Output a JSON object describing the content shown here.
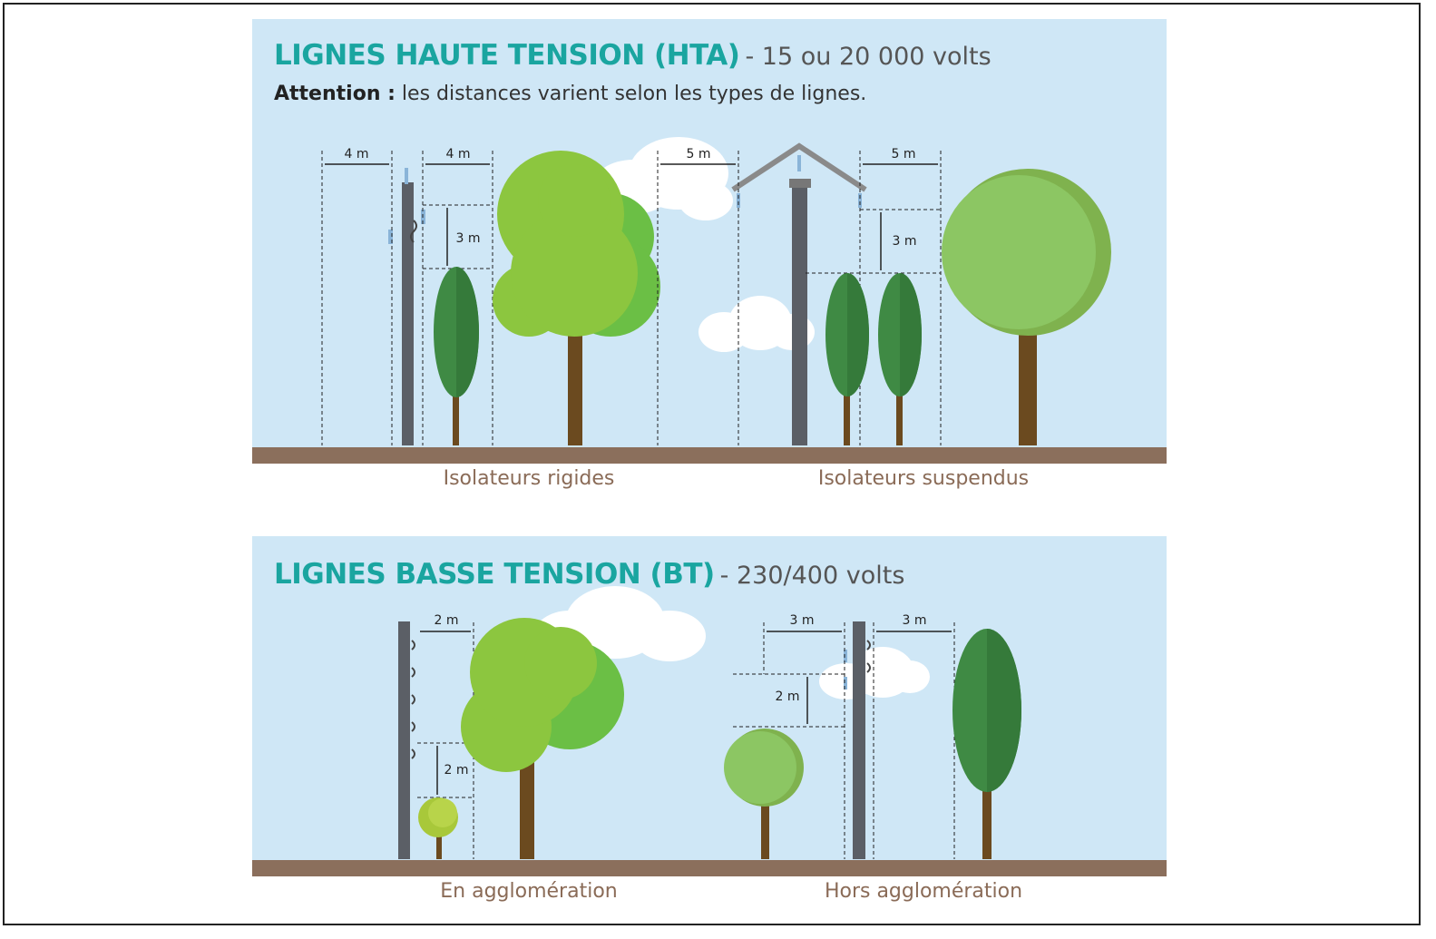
{
  "hta": {
    "title": "LIGNES HAUTE TENSION (HTA)",
    "subtitle": "- 15 ou 20 000 volts",
    "attention_label": "Attention :",
    "attention_text": " les distances varient selon les types de lignes.",
    "captions": {
      "left": "Isolateurs rigides",
      "right": "Isolateurs suspendus"
    },
    "dims": {
      "left_h1": "4 m",
      "left_h2": "4 m",
      "left_v": "3 m",
      "right_h1": "5 m",
      "right_h2": "5 m",
      "right_v": "3 m"
    }
  },
  "bt": {
    "title": "LIGNES BASSE TENSION (BT)",
    "subtitle": "- 230/400 volts",
    "captions": {
      "left": "En agglomération",
      "right": "Hors agglomération"
    },
    "dims": {
      "left_h": "2 m",
      "left_v": "2 m",
      "right_h1": "3 m",
      "right_h2": "3 m",
      "right_v": "2 m"
    }
  },
  "colors": {
    "teal": "#1aa5a0",
    "sky": "#cfe7f6",
    "ground": "#8b6f5c",
    "pole": "#5b5f66",
    "trunk": "#6b4a1f",
    "leaf_light": "#8cc63f",
    "leaf_mid": "#6bb845",
    "leaf_dark": "#3f8a44"
  }
}
